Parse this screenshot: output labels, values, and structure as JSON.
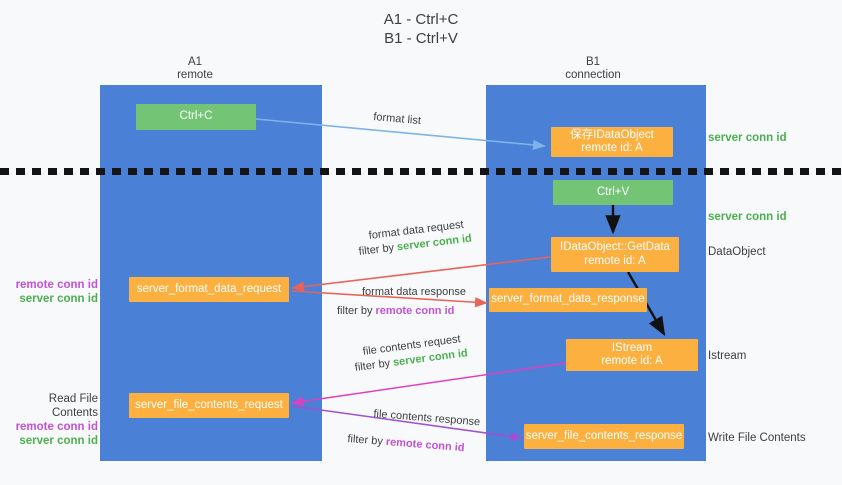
{
  "title": "A1 - Ctrl+C\nB1 - Ctrl+V",
  "columns": {
    "a1": {
      "name": "A1",
      "sub": "remote",
      "label": "A1\nremote"
    },
    "b1": {
      "name": "B1",
      "sub": "connection",
      "label": "B1\nconnection"
    }
  },
  "nodes": {
    "ctrl_c": {
      "label": "Ctrl+C",
      "color": "#74c476"
    },
    "ctrl_v": {
      "label": "Ctrl+V",
      "color": "#74c476"
    },
    "save_idataobject": {
      "label": "保存IDataObject\nremote id: A",
      "color": "#fbb040"
    },
    "getdata": {
      "label": "IDataObject::GetData\nremote id: A",
      "color": "#fbb040"
    },
    "istream": {
      "label": "IStream\nremote id: A",
      "color": "#fbb040"
    },
    "fmt_req": {
      "label": "server_format_data_request",
      "color": "#fbb040"
    },
    "fmt_resp": {
      "label": "server_format_data_response",
      "color": "#fbb040"
    },
    "file_req": {
      "label": "server_file_contents_request",
      "color": "#fbb040"
    },
    "file_resp": {
      "label": "server_file_contents_response",
      "color": "#fbb040"
    }
  },
  "side_labels": {
    "server_conn_id_1": "server conn id",
    "server_conn_id_2": "server conn id",
    "dataobject": "DataObject",
    "istream": "Istream",
    "write_file_contents": "Write File Contents",
    "read_file_contents": "Read File Contents",
    "remote_conn_id": "remote conn id",
    "server_conn_id": "server conn id"
  },
  "edge_labels": {
    "format_list": "format list",
    "format_data_request": "format data request",
    "format_data_request_filter_prefix": "filter by ",
    "format_data_request_filter_value": "server conn id",
    "format_data_response": "format data response",
    "format_data_response_filter_prefix": "filter by ",
    "format_data_response_filter_value": "remote conn id",
    "file_contents_request": "file contents request",
    "file_contents_request_filter_prefix": "filter by ",
    "file_contents_request_filter_value": "server conn id",
    "file_contents_response": "file contents response",
    "file_contents_response_filter_prefix": "filter by ",
    "file_contents_response_filter_value": "remote conn id"
  },
  "colors": {
    "lane": "#4a80d6",
    "green_node": "#74c476",
    "orange_node": "#fbb040",
    "green_text": "#4caf50",
    "purple_text": "#c252d6",
    "light_blue_arrow": "#7fb3e8",
    "red_arrow": "#e8645a",
    "magenta_arrow": "#e040c0",
    "purple_arrow": "#a050d0",
    "black_arrow": "#111111",
    "background": "#f8f9fa",
    "dark_text": "#3c4043"
  }
}
